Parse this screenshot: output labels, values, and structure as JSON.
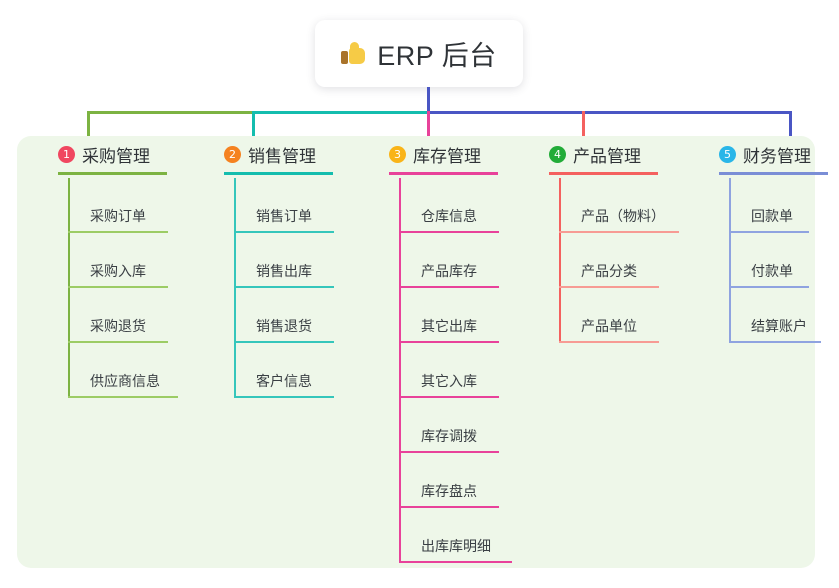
{
  "root": {
    "title": "ERP 后台",
    "icon": "thumbs-up-icon"
  },
  "panel": {
    "background_color": "#eef7e9"
  },
  "connectors": {
    "stem_color": "#4a56c4",
    "segments": [
      {
        "color": "#7cb342"
      },
      {
        "color": "#14bdae"
      },
      {
        "color": "#4a56c4"
      }
    ],
    "drops": [
      {
        "color": "#7cb342"
      },
      {
        "color": "#14bdae"
      },
      {
        "color": "#e8429a"
      },
      {
        "color": "#f4615f"
      },
      {
        "color": "#4a56c4"
      }
    ]
  },
  "columns": [
    {
      "number": "1",
      "title": "采购管理",
      "badge_color": "#f04760",
      "line_color": "#7cb342",
      "items": [
        {
          "label": "采购订单"
        },
        {
          "label": "采购入库"
        },
        {
          "label": "采购退货"
        },
        {
          "label": "供应商信息"
        }
      ]
    },
    {
      "number": "2",
      "title": "销售管理",
      "badge_color": "#f58220",
      "line_color": "#14bdae",
      "items": [
        {
          "label": "销售订单"
        },
        {
          "label": "销售出库"
        },
        {
          "label": "销售退货"
        },
        {
          "label": "客户信息"
        }
      ]
    },
    {
      "number": "3",
      "title": "库存管理",
      "badge_color": "#f9b418",
      "line_color": "#e8429a",
      "items": [
        {
          "label": "仓库信息"
        },
        {
          "label": "产品库存"
        },
        {
          "label": "其它出库"
        },
        {
          "label": "其它入库"
        },
        {
          "label": "库存调拨"
        },
        {
          "label": "库存盘点"
        },
        {
          "label": "出库库明细"
        }
      ]
    },
    {
      "number": "4",
      "title": "产品管理",
      "badge_color": "#22ac38",
      "line_color": "#f4615f",
      "items": [
        {
          "label": "产品（物料）"
        },
        {
          "label": "产品分类"
        },
        {
          "label": "产品单位"
        }
      ]
    },
    {
      "number": "5",
      "title": "财务管理",
      "badge_color": "#29b6e8",
      "line_color": "#7a8ed6",
      "items": [
        {
          "label": "回款单"
        },
        {
          "label": "付款单"
        },
        {
          "label": "结算账户"
        }
      ]
    }
  ]
}
